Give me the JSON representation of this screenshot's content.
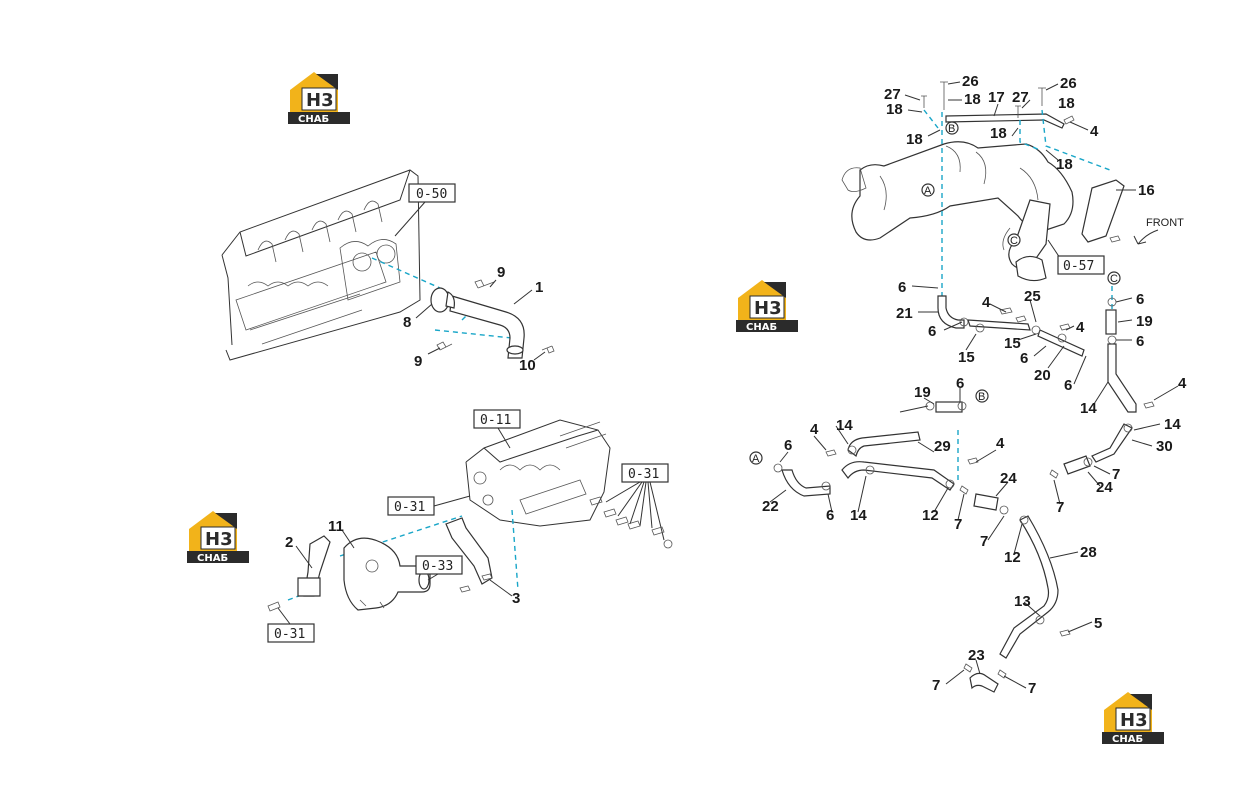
{
  "watermark": {
    "mark_text": "Н3",
    "sub_text": "СНАБ",
    "colors": {
      "house": "#f2b31a",
      "dark": "#2b2b2b",
      "light": "#ffffff"
    }
  },
  "references": {
    "r050": "0-50",
    "r011": "0-11",
    "r031a": "0-31",
    "r031b": "0-31",
    "r031c": "0-31",
    "r033": "0-33",
    "r057": "0-57"
  },
  "front_label": "FRONT",
  "circle_markers": {
    "a": "A",
    "b": "B",
    "c": "C"
  },
  "callouts": {
    "tl": [
      "9",
      "1",
      "8",
      "9",
      "10"
    ],
    "bl": [
      "2",
      "11",
      "3"
    ],
    "right": [
      "27",
      "26",
      "18",
      "17",
      "27",
      "26",
      "18",
      "18",
      "4",
      "18",
      "18",
      "18",
      "16",
      "6",
      "4",
      "25",
      "21",
      "6",
      "4",
      "15",
      "15",
      "6",
      "6",
      "19",
      "6",
      "6",
      "20",
      "14",
      "4",
      "19",
      "6",
      "14",
      "4",
      "14",
      "29",
      "30",
      "6",
      "4",
      "7",
      "22",
      "6",
      "14",
      "12",
      "24",
      "24",
      "7",
      "7",
      "7",
      "12",
      "28",
      "13",
      "5",
      "23",
      "7",
      "7"
    ]
  },
  "colors": {
    "dashed_link": "#19a6c8",
    "ink": "#333333"
  }
}
